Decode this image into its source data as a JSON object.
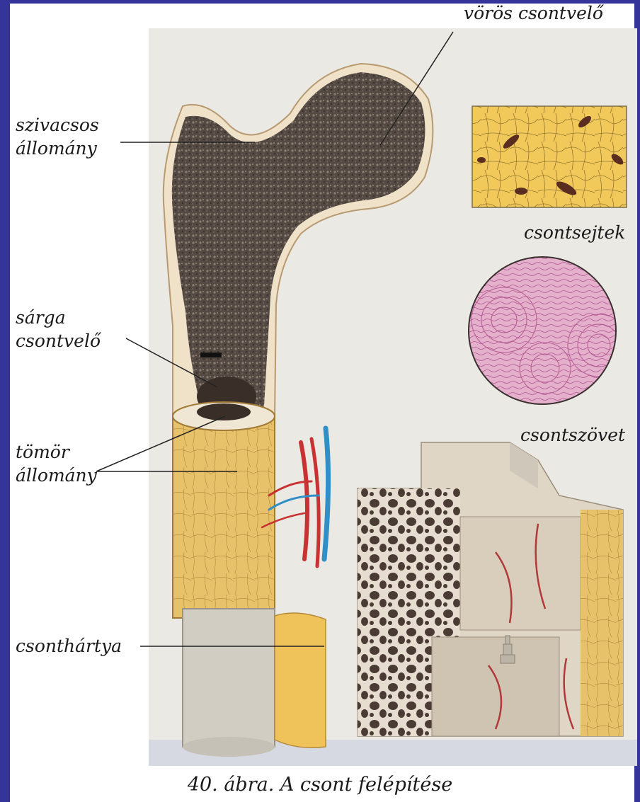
{
  "labels": {
    "voros_csontvelo": "vörös csontvelő",
    "szivacsos_1": "szivacsos",
    "szivacsos_2": "állomány",
    "csontsejtek": "csontsejtek",
    "sarga_1": "sárga",
    "sarga_2": "csontvelő",
    "csontszovet": "csontszövet",
    "tomor_1": "tömör",
    "tomor_2": "állomány",
    "csonthartya": "csonthártya"
  },
  "caption": "40. ábra. A csont felépítése",
  "colors": {
    "frame": "#34349a",
    "spongy_bone": "#5c524a",
    "compact_bone": "#e9c76a",
    "periosteum": "#f0c25a",
    "tissue_pink": "#e2a8c8",
    "artery": "#c83232",
    "vein": "#2f8fc6"
  },
  "icons": [
    "bone-illustration",
    "bone-cells-inset",
    "bone-tissue-circle",
    "bone-block-section",
    "blood-vessels"
  ]
}
